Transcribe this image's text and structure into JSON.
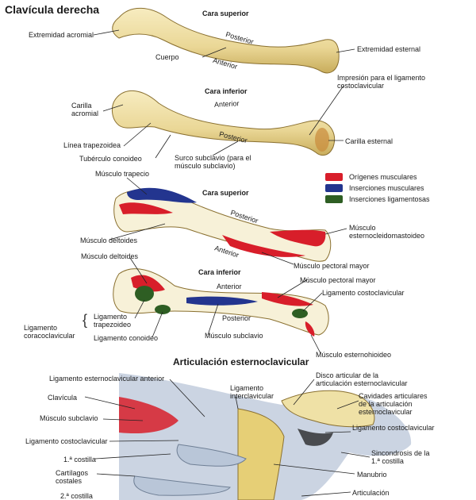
{
  "title": "Clavícula derecha",
  "colors": {
    "bone": "#efe1a6",
    "bone_shade": "#c9ad5c",
    "red": "#d81e2a",
    "blue": "#23358f",
    "green": "#2e5e23",
    "cartilage": "#b9c6d8"
  },
  "view1": {
    "face": "Cara superior",
    "posterior": "Posterior",
    "anterior": "Anterior",
    "extremidad_acromial": "Extremidad acromial",
    "cuerpo": "Cuerpo",
    "extremidad_esternal": "Extremidad esternal"
  },
  "view2": {
    "face": "Cara inferior",
    "anterior": "Anterior",
    "posterior": "Posterior",
    "carilla_acromial": "Carilla\nacromial",
    "linea_trapezoidea": "Línea trapezoidea",
    "tuberculo_conoideo": "Tubérculo conoideo",
    "surco_subclavio": "Surco subclavio (para el\nmúsculo subclavio)",
    "impresion": "Impresión para el ligamento\ncostoclavicular",
    "carilla_esternal": "Carilla esternal"
  },
  "legend": [
    {
      "label": "Orígenes musculares",
      "color": "#d81e2a"
    },
    {
      "label": "Inserciones musculares",
      "color": "#23358f"
    },
    {
      "label": "Inserciones ligamentosas",
      "color": "#2e5e23"
    }
  ],
  "view3": {
    "face": "Cara superior",
    "posterior": "Posterior",
    "anterior": "Anterior",
    "musculo_trapecio": "Músculo trapecio",
    "musculo_deltoides": "Músculo deltoides",
    "esternocleido": "Músculo\nesternocleidomastoideo",
    "pectoral_mayor": "Músculo pectoral mayor"
  },
  "view4": {
    "face": "Cara inferior",
    "anterior": "Anterior",
    "posterior": "Posterior",
    "musculo_deltoides": "Músculo deltoides",
    "pectoral_mayor": "Músculo pectoral mayor",
    "lig_costoclavicular": "Ligamento costoclavicular",
    "ligamento_coracoclavicular": "Ligamento\ncoracoclavicular",
    "lig_trapezoideo": "Ligamento\ntrapezoideo",
    "lig_conoideo": "Ligamento conoideo",
    "musculo_subclavio": "Músculo subclavio",
    "esternohioideo": "Músculo esternohioideo"
  },
  "section2": {
    "title": "Articulación esternoclavicular",
    "lig_esternoclavicular_anterior": "Ligamento esternoclavicular anterior",
    "lig_interclavicular": "Ligamento\ninterclavicular",
    "disco_articular": "Disco articular de la\narticulación esternoclavicular",
    "cavidades": "Cavidades articulares\nde la articulación\nesternoclavicular",
    "clavicula": "Clavícula",
    "musculo_subclavio": "Músculo subclavio",
    "lig_costoclavicular_left": "Ligamento costoclavicular",
    "lig_costoclavicular_right": "Ligamento costoclavicular",
    "primera_costilla": "1.ª costilla",
    "cartilagos": "Cartílagos\ncostales",
    "segunda_costilla": "2.ª costilla",
    "sincondrosis": "Sincondrosis de la\n1.ª costilla",
    "manubrio": "Manubrio",
    "articulacion": "Articulación"
  }
}
